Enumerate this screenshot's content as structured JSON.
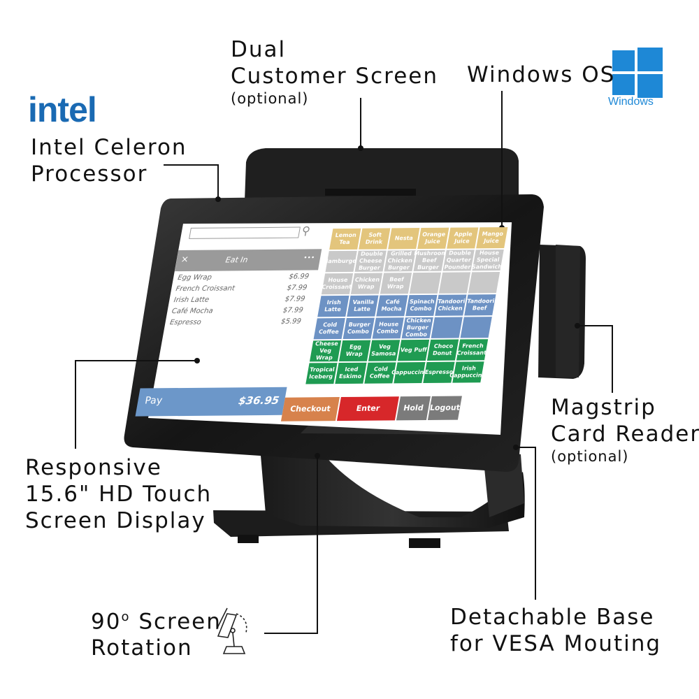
{
  "labels": {
    "customer_screen": {
      "line1": "Dual",
      "line2": "Customer Screen",
      "sub": "(optional)"
    },
    "windows_os": "Windows OS",
    "windows_logo_text": "Windows",
    "intel_logo_text": "intel",
    "processor": {
      "line1": "Intel Celeron",
      "line2": "Processor"
    },
    "display": {
      "line1": "Responsive",
      "line2": "15.6\" HD Touch",
      "line3": "Screen Display"
    },
    "rotation": {
      "line1": "90",
      "sup": "o",
      "line1b": " Screen",
      "line2": "Rotation"
    },
    "magstrip": {
      "line1": "Magstrip",
      "line2": "Card Reader",
      "sub": "(optional)"
    },
    "base": {
      "line1": "Detachable Base",
      "line2": "for VESA Mouting"
    }
  },
  "pos_screen": {
    "order_title": "Eat In",
    "close_icon": "×",
    "more_icon": "•••",
    "items": [
      {
        "name": "Egg Wrap",
        "price": "$6.99"
      },
      {
        "name": "French Croissant",
        "price": "$7.99"
      },
      {
        "name": "Irish Latte",
        "price": "$7.99"
      },
      {
        "name": "Café Mocha",
        "price": "$7.99"
      },
      {
        "name": "Espresso",
        "price": "$5.99"
      }
    ],
    "pay_label": "Pay",
    "total": "$36.95",
    "tiles_row1": [
      "Lemon Tea",
      "Soft Drink",
      "Nesta",
      "Orange Juice",
      "Apple Juice",
      "Mango Juice"
    ],
    "tiles_row2": [
      "Hamburger",
      "Double Cheese Burger",
      "Grilled Chicken Burger",
      "Mushroom Beef Burger",
      "Double Quarter Pounder",
      "House Special Sandwich"
    ],
    "tiles_row3": [
      "House Croissant",
      "Chicken Wrap",
      "Beef Wrap",
      "",
      "",
      ""
    ],
    "tiles_row4": [
      "Irish Latte",
      "Vanilla Latte",
      "Café Mocha",
      "Spinach Combo",
      "Tandoori Chicken",
      "Tandoori Beef"
    ],
    "tiles_row5": [
      "Cold Coffee",
      "Burger Combo",
      "House Combo",
      "Chicken Burger Combo",
      "",
      ""
    ],
    "tiles_row6": [
      "Cheese Veg Wrap",
      "Egg Wrap",
      "Veg Samosa",
      "Veg Puff",
      "Choco Donut",
      "French Croissant"
    ],
    "tiles_row7": [
      "Tropical Iceberg",
      "Iced Eskimo",
      "Cold Coffee",
      "Cappuccino",
      "Espresso",
      "Irish Cappuccino"
    ],
    "actions": [
      "Checkout",
      "Enter",
      "Hold",
      "Logout"
    ]
  },
  "colors": {
    "yellow": "#e3c57c",
    "gray": "#c9c9c9",
    "blue": "#6d92c4",
    "green": "#1f9b52",
    "checkout": "#d7824c",
    "enter": "#d7272a",
    "hold": "#7b7b7b",
    "pay": "#6c97c9",
    "windows_blue": "#1e88d6",
    "intel_blue": "#1a6ab3"
  }
}
